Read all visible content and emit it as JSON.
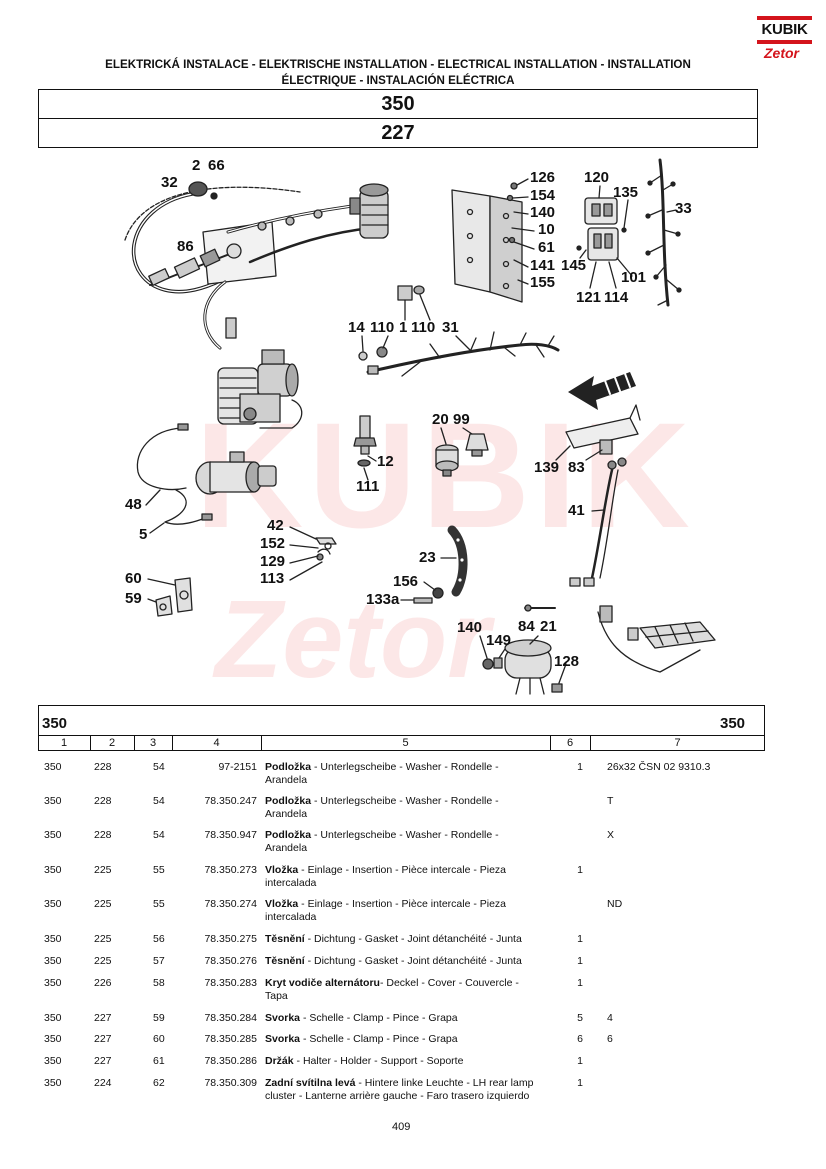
{
  "logo": {
    "brand": "KUBIK",
    "sub": "Zetor"
  },
  "header": {
    "line1": "ELEKTRICKÁ INSTALACE - ELEKTRISCHE INSTALLATION - ELECTRICAL INSTALLATION - INSTALLATION",
    "line2": "ÉLECTRIQUE - INSTALACIÓN ELÉCTRICA"
  },
  "title_box": {
    "model": "350",
    "group": "227"
  },
  "diagram": {
    "watermark": {
      "brand": "KUBIK",
      "sub": "Zetor"
    },
    "callouts": [
      "2",
      "66",
      "32",
      "86",
      "126",
      "154",
      "140",
      "10",
      "61",
      "141",
      "155",
      "120",
      "135",
      "33",
      "145",
      "101",
      "121",
      "114",
      "14",
      "110",
      "1",
      "110",
      "31",
      "20",
      "99",
      "12",
      "111",
      "139",
      "83",
      "41",
      "48",
      "5",
      "42",
      "152",
      "129",
      "113",
      "23",
      "60",
      "59",
      "156",
      "133a",
      "140",
      "149",
      "84",
      "21",
      "128"
    ]
  },
  "table": {
    "model_left": "350",
    "model_right": "350",
    "columns": [
      "1",
      "2",
      "3",
      "4",
      "5",
      "6",
      "7"
    ],
    "rows": [
      {
        "model": "350",
        "ref": "228",
        "pos": "54",
        "part_no": "97-2151",
        "name": "Podložka",
        "desc": " - Unterlegscheibe - Washer - Rondelle - Arandela",
        "qty": "1",
        "note": "26x32 ČSN 02 9310.3"
      },
      {
        "model": "350",
        "ref": "228",
        "pos": "54",
        "part_no": "78.350.247",
        "name": "Podložka",
        "desc": " - Unterlegscheibe - Washer - Rondelle - Arandela",
        "note": "T"
      },
      {
        "model": "350",
        "ref": "228",
        "pos": "54",
        "part_no": "78.350.947",
        "name": "Podložka",
        "desc": " - Unterlegscheibe - Washer - Rondelle - Arandela",
        "note": "X"
      },
      {
        "model": "350",
        "ref": "225",
        "pos": "55",
        "part_no": "78.350.273",
        "name": "Vložka",
        "desc": " - Einlage - Insertion - Pièce intercale - Pieza intercalada",
        "qty": "1"
      },
      {
        "model": "350",
        "ref": "225",
        "pos": "55",
        "part_no": "78.350.274",
        "name": "Vložka",
        "desc": " - Einlage - Insertion - Pièce intercale - Pieza intercalada",
        "note": "ND"
      },
      {
        "model": "350",
        "ref": "225",
        "pos": "56",
        "part_no": "78.350.275",
        "name": "Těsnění",
        "desc": " - Dichtung - Gasket - Joint détanchéité - Junta",
        "qty": "1"
      },
      {
        "model": "350",
        "ref": "225",
        "pos": "57",
        "part_no": "78.350.276",
        "name": "Těsnění",
        "desc": " - Dichtung - Gasket - Joint détanchéité - Junta",
        "qty": "1"
      },
      {
        "model": "350",
        "ref": "226",
        "pos": "58",
        "part_no": "78.350.283",
        "name": "Kryt vodiče alternátoru",
        "desc": "- Deckel - Cover - Couvercle - Tapa",
        "qty": "1"
      },
      {
        "model": "350",
        "ref": "227",
        "pos": "59",
        "part_no": "78.350.284",
        "name": "Svorka",
        "desc": " - Schelle - Clamp - Pince - Grapa",
        "qty": "5",
        "note": "4"
      },
      {
        "model": "350",
        "ref": "227",
        "pos": "60",
        "part_no": "78.350.285",
        "name": "Svorka",
        "desc": " - Schelle - Clamp - Pince - Grapa",
        "qty": "6",
        "note": "6"
      },
      {
        "model": "350",
        "ref": "227",
        "pos": "61",
        "part_no": "78.350.286",
        "name": "Držák",
        "desc": " - Halter - Holder - Support - Soporte",
        "qty": "1"
      },
      {
        "model": "350",
        "ref": "224",
        "pos": "62",
        "part_no": "78.350.309",
        "name": "Zadní svítilna levá",
        "desc": " - Hintere linke Leuchte - LH rear lamp cluster - Lanterne arrière gauche - Faro trasero izquierdo",
        "qty": "1"
      }
    ]
  },
  "footer": {
    "page_number": "409"
  }
}
